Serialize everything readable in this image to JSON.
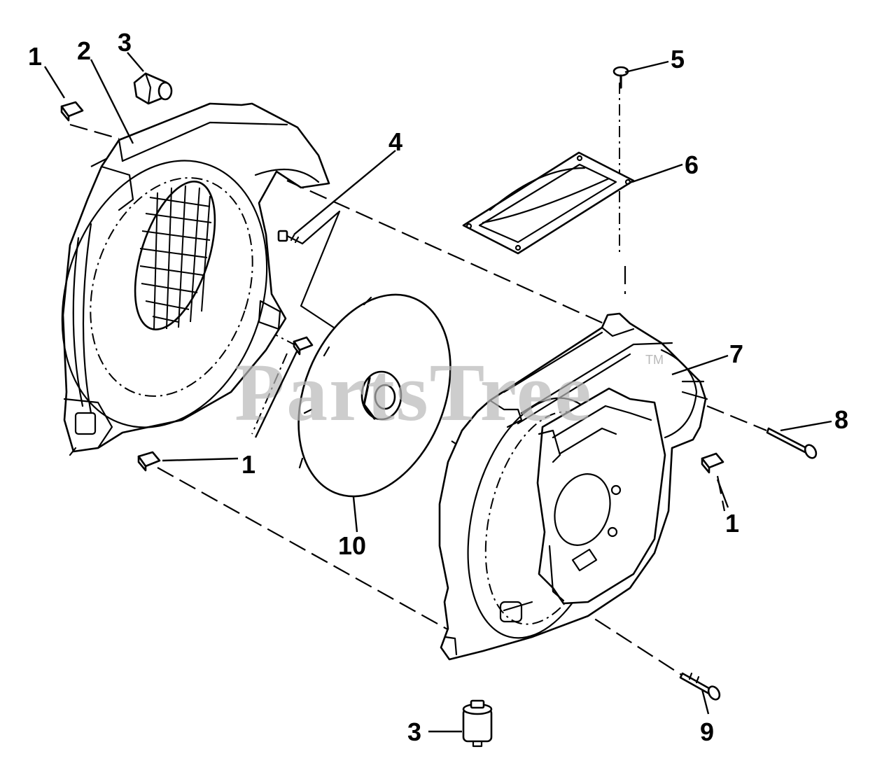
{
  "diagram": {
    "callouts": {
      "c1_top_left": "1",
      "c2": "2",
      "c3_top": "3",
      "c4": "4",
      "c5": "5",
      "c6": "6",
      "c7": "7",
      "c8": "8",
      "c1_center": "1",
      "c10": "10",
      "c1_right": "1",
      "c3_bottom": "3",
      "c9": "9"
    },
    "watermark": {
      "text": "PartsTree",
      "trademark": "TM"
    },
    "colors": {
      "line": "#000000",
      "background": "#ffffff",
      "watermark": "#b8b8b8"
    }
  }
}
